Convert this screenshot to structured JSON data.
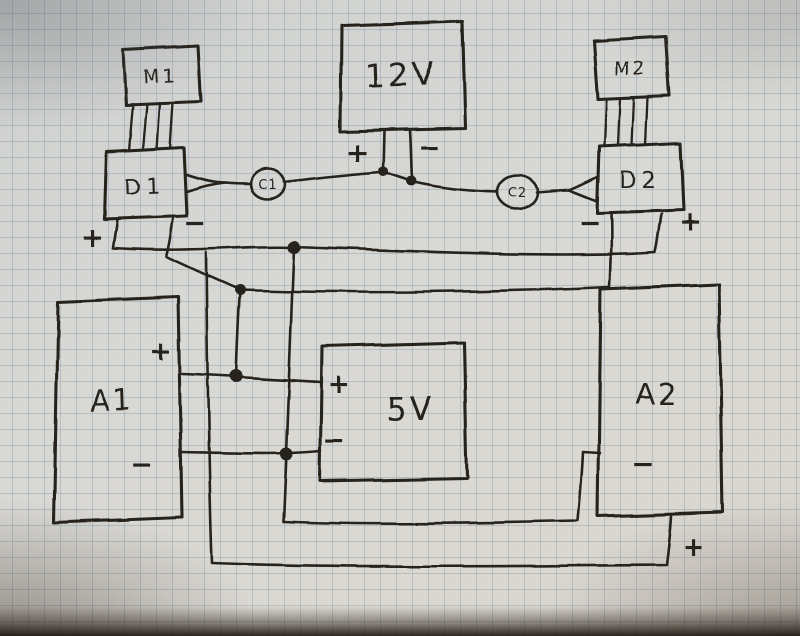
{
  "figure": {
    "kind": "hand-drawn wiring sketch on squared paper",
    "ink_color": "#26221f",
    "paper_color": "#d6d7d3",
    "grid_color": "#7a94a8"
  },
  "symbols": {
    "plus": "+",
    "minus": "−"
  },
  "blocks": {
    "m1": "M1",
    "m2": "M2",
    "d1": "D1",
    "d2": "D2",
    "a1": "A1",
    "a2": "A2",
    "supply12": "12V",
    "supply5": "5V"
  },
  "capacitors": {
    "c1": "C1",
    "c2": "C2"
  }
}
